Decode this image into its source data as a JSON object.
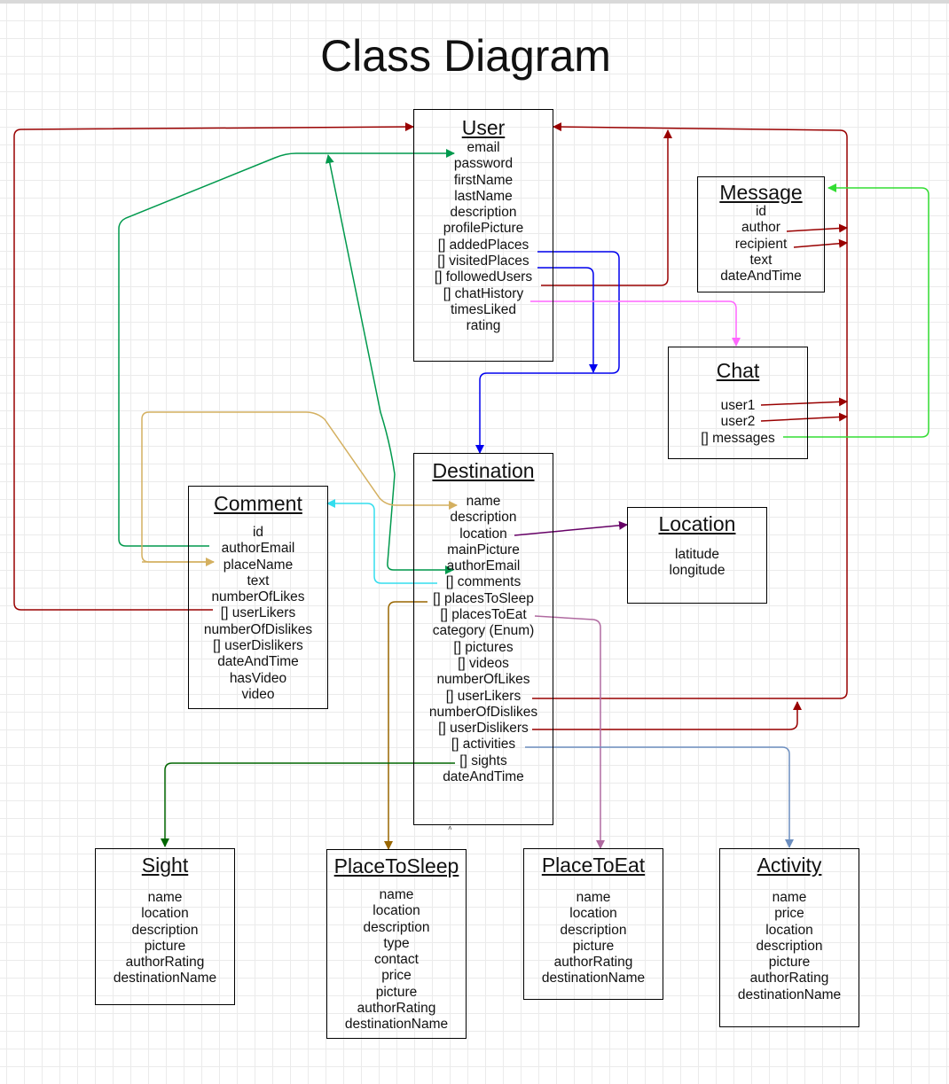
{
  "title": "Class Diagram",
  "classes": {
    "user": {
      "name": "User",
      "attributes": [
        "email",
        "password",
        "firstName",
        "lastName",
        "description",
        "profilePicture",
        "[] addedPlaces",
        "[] visitedPlaces",
        "[] followedUsers",
        "[] chatHistory",
        "timesLiked",
        "rating"
      ]
    },
    "message": {
      "name": "Message",
      "attributes": [
        "id",
        "author",
        "recipient",
        "text",
        "dateAndTime"
      ]
    },
    "chat": {
      "name": "Chat",
      "attributes": [
        "user1",
        "user2",
        "[] messages"
      ]
    },
    "destination": {
      "name": "Destination",
      "attributes": [
        "name",
        "description",
        "location",
        "mainPicture",
        "authorEmail",
        "[] comments",
        "[] placesToSleep",
        "[] placesToEat",
        "category (Enum)",
        "[] pictures",
        "[] videos",
        "numberOfLikes",
        "[] userLikers",
        "numberOfDislikes",
        "[] userDislikers",
        "[] activities",
        "[] sights",
        "dateAndTime"
      ]
    },
    "comment": {
      "name": "Comment",
      "attributes": [
        "id",
        "authorEmail",
        "placeName",
        "text",
        "numberOfLikes",
        "[] userLikers",
        "numberOfDislikes",
        "[] userDislikers",
        "dateAndTime",
        "hasVideo",
        "video"
      ]
    },
    "location": {
      "name": "Location",
      "attributes": [
        "latitude",
        "longitude"
      ]
    },
    "sight": {
      "name": "Sight",
      "attributes": [
        "name",
        "location",
        "description",
        "picture",
        "authorRating",
        "destinationName"
      ]
    },
    "placeToSleep": {
      "name": "PlaceToSleep",
      "attributes": [
        "name",
        "location",
        "description",
        "type",
        "contact",
        "price",
        "picture",
        "authorRating",
        "destinationName"
      ]
    },
    "placeToEat": {
      "name": "PlaceToEat",
      "attributes": [
        "name",
        "location",
        "description",
        "picture",
        "authorRating",
        "destinationName"
      ]
    },
    "activity": {
      "name": "Activity",
      "attributes": [
        "name",
        "price",
        "location",
        "description",
        "picture",
        "authorRating",
        "destinationName"
      ]
    }
  },
  "colors": {
    "darkRed": "#990000",
    "green": "#00994d",
    "blue": "#0000ee",
    "magenta": "#ff66ff",
    "lime": "#33dd33",
    "gold": "#d4b060",
    "cyan": "#33ddee",
    "purple": "#660066",
    "olive": "#996600",
    "mauve": "#b06aa0",
    "darkGreen": "#006600",
    "steelBlue": "#6c8ebf"
  }
}
